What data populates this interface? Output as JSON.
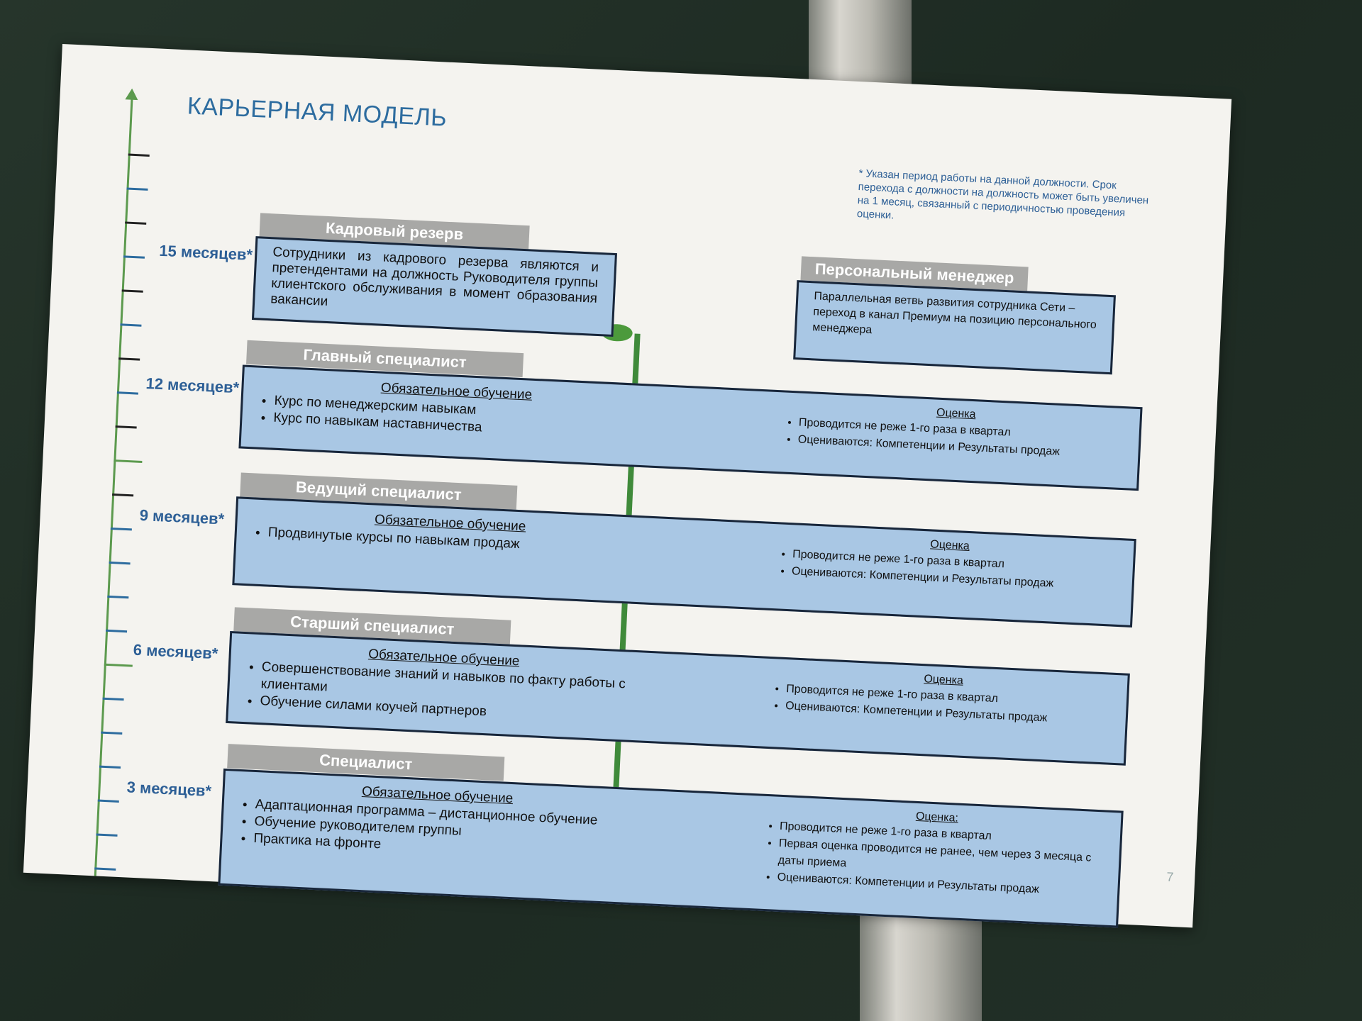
{
  "title": "КАРЬЕРНАЯ МОДЕЛЬ",
  "note": "* Указан период работы на данной должности. Срок перехода с должности на должность может быть увеличен на 1 месяц, связанный с  периодичностью проведения оценки.",
  "reserve": {
    "label": "Кадровый резерв",
    "months": "15 месяцев*",
    "text": "Сотрудники из кадрового резерва являются и претендентами на должность Руководителя группы клиентского обслуживания в момент образования вакансии"
  },
  "manager": {
    "label": "Персональный менеджер",
    "text": "Параллельная ветвь развития сотрудника Сети – переход в канал Премиум на позицию персонального менеджера"
  },
  "tiers": [
    {
      "label": "Главный специалист",
      "months": "12 месяцев*",
      "training_title": "Обязательное обучение",
      "training": [
        "Курс по менеджерским навыкам",
        "Курс по навыкам наставничества"
      ],
      "eval_title": "Оценка",
      "eval": [
        "Проводится не реже 1-го раза в квартал",
        "Оцениваются: Компетенции и Результаты продаж"
      ]
    },
    {
      "label": "Ведущий специалист",
      "months": "9 месяцев*",
      "training_title": "Обязательное обучение",
      "training": [
        "Продвинутые курсы по навыкам продаж"
      ],
      "eval_title": "Оценка",
      "eval": [
        "Проводится не реже 1-го раза в квартал",
        "Оцениваются: Компетенции и Результаты продаж"
      ]
    },
    {
      "label": "Старший специалист",
      "months": "6 месяцев*",
      "training_title": "Обязательное обучение",
      "training": [
        "Совершенствование знаний и навыков по факту работы с клиентами",
        "Обучение силами коучей партнеров"
      ],
      "eval_title": "Оценка",
      "eval": [
        "Проводится не реже 1-го раза в квартал",
        "Оцениваются: Компетенции и Результаты продаж"
      ]
    },
    {
      "label": "Специалист",
      "months": "3 месяцев*",
      "training_title": "Обязательное обучение",
      "training": [
        "Адаптационная программа – дистанционное обучение",
        "Обучение руководителем группы",
        "Практика на фронте"
      ],
      "eval_title": "Оценка:",
      "eval": [
        "Проводится не реже 1-го раза в квартал",
        "Первая оценка проводится не ранее, чем через 3 месяца с даты приема",
        "Оцениваются: Компетенции и Результаты продаж"
      ]
    }
  ],
  "page_number": "7",
  "colors": {
    "accent": "#2d6c9f",
    "box": "#a9c7e4",
    "label": "#a8a8a6",
    "axis": "#5c9a4e"
  }
}
